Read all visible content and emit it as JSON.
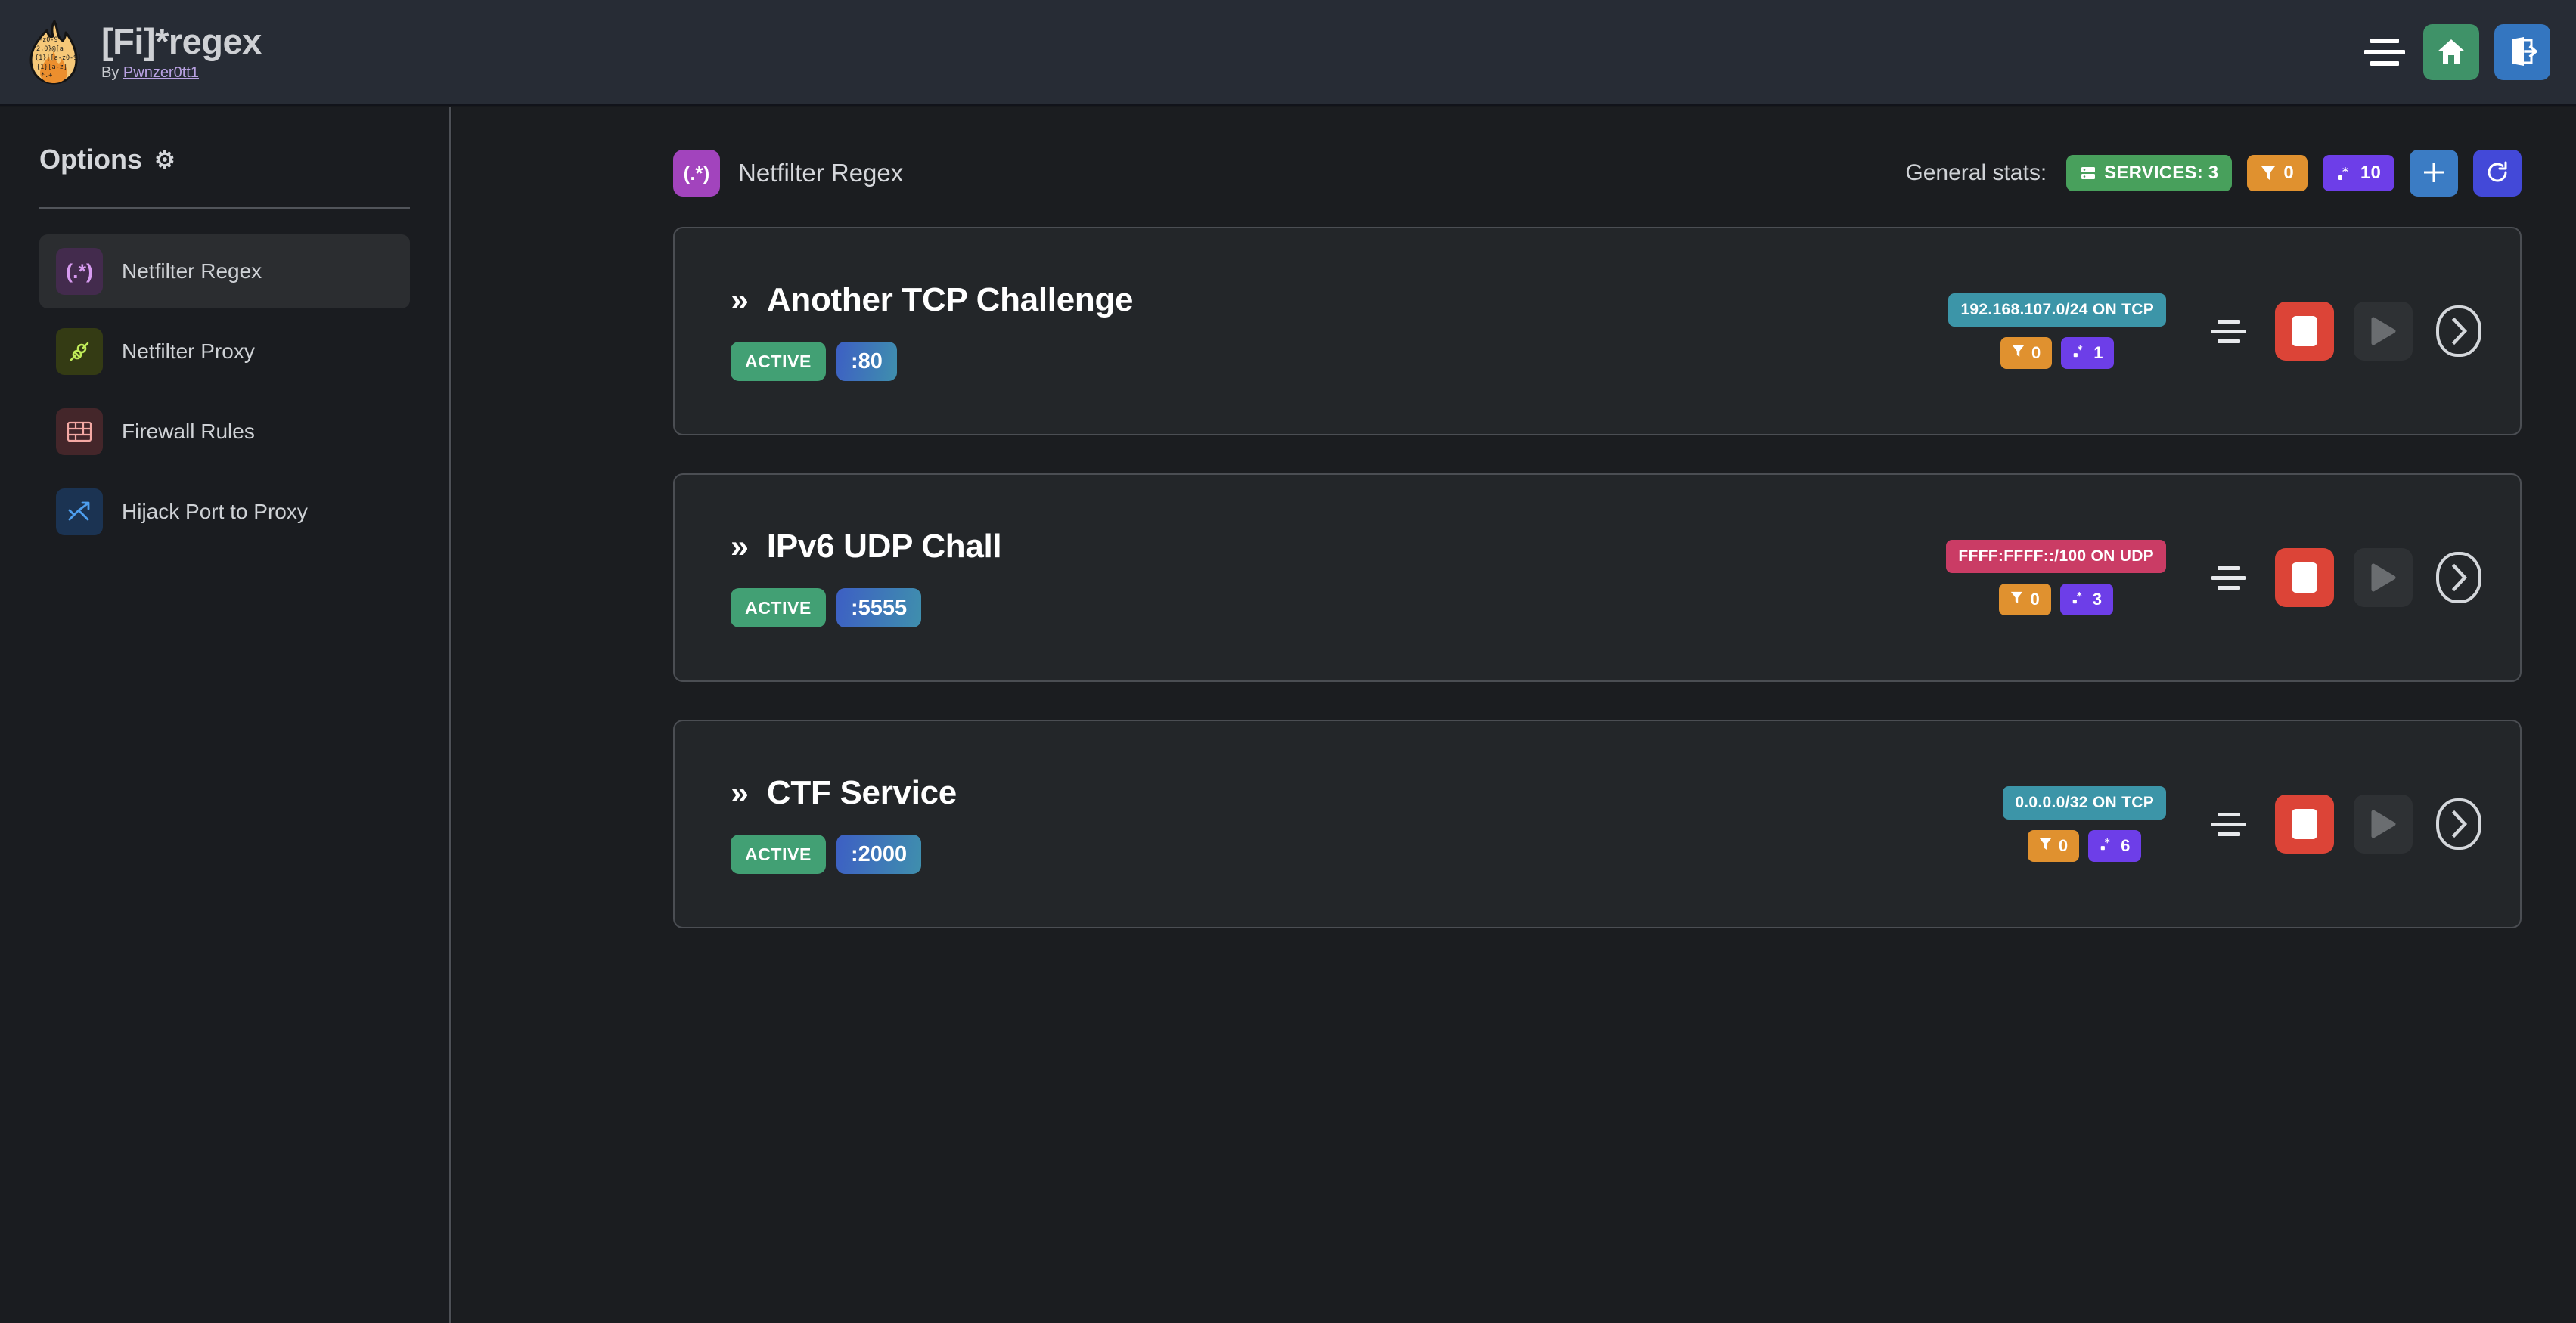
{
  "app": {
    "title": "[Fi]*regex",
    "byline_prefix": "By ",
    "author": "Pwnzer0tt1",
    "logo_icon": "flame-regex-logo"
  },
  "topbar": {
    "menu_icon": "hamburger-menu-icon",
    "home_icon": "home-icon",
    "logout_icon": "logout-icon",
    "colors": {
      "home": "#3f9268",
      "logout": "#3476c0",
      "background": "#272c35"
    }
  },
  "sidebar": {
    "title": "Options",
    "gear_icon": "⚙",
    "items": [
      {
        "label": "Netfilter Regex",
        "icon": "regex-icon",
        "glyph": "(.*)",
        "active": true
      },
      {
        "label": "Netfilter Proxy",
        "icon": "plug-icon",
        "glyph": "",
        "active": false
      },
      {
        "label": "Firewall Rules",
        "icon": "brick-wall-icon",
        "glyph": "",
        "active": false
      },
      {
        "label": "Hijack Port to Proxy",
        "icon": "route-fork-icon",
        "glyph": "",
        "active": false
      }
    ]
  },
  "main": {
    "section_icon": "regex-icon",
    "section_glyph": "(.*)",
    "section_title": "Netfilter Regex",
    "stats": {
      "label": "General stats:",
      "pills": [
        {
          "name": "services",
          "icon": "server-icon",
          "text": "SERVICES: 3",
          "color": "#48a05c"
        },
        {
          "name": "filters",
          "icon": "funnel-icon",
          "text": "0",
          "color": "#e0912f"
        },
        {
          "name": "regexes",
          "icon": "regex-small-icon",
          "text": "10",
          "color": "#6d3ee8"
        }
      ],
      "add_icon": "plus-icon",
      "refresh_icon": "refresh-icon"
    },
    "services": [
      {
        "chevron": "»",
        "title": "Another TCP Challenge",
        "status": "ACTIVE",
        "port": ":80",
        "network": "192.168.107.0/24 ON TCP",
        "network_proto": "tcp",
        "filters": "0",
        "regexes": "1",
        "drag_icon": "drag-handle-icon",
        "stop_icon": "stop-icon",
        "play_icon": "play-icon",
        "goto_icon": "chevron-right-icon"
      },
      {
        "chevron": "»",
        "title": "IPv6 UDP Chall",
        "status": "ACTIVE",
        "port": ":5555",
        "network": "FFFF:FFFF::/100 ON UDP",
        "network_proto": "udp",
        "filters": "0",
        "regexes": "3",
        "drag_icon": "drag-handle-icon",
        "stop_icon": "stop-icon",
        "play_icon": "play-icon",
        "goto_icon": "chevron-right-icon"
      },
      {
        "chevron": "»",
        "title": "CTF Service",
        "status": "ACTIVE",
        "port": ":2000",
        "network": "0.0.0.0/32 ON TCP",
        "network_proto": "tcp",
        "filters": "0",
        "regexes": "6",
        "drag_icon": "drag-handle-icon",
        "stop_icon": "stop-icon",
        "play_icon": "play-icon",
        "goto_icon": "chevron-right-icon"
      }
    ]
  }
}
